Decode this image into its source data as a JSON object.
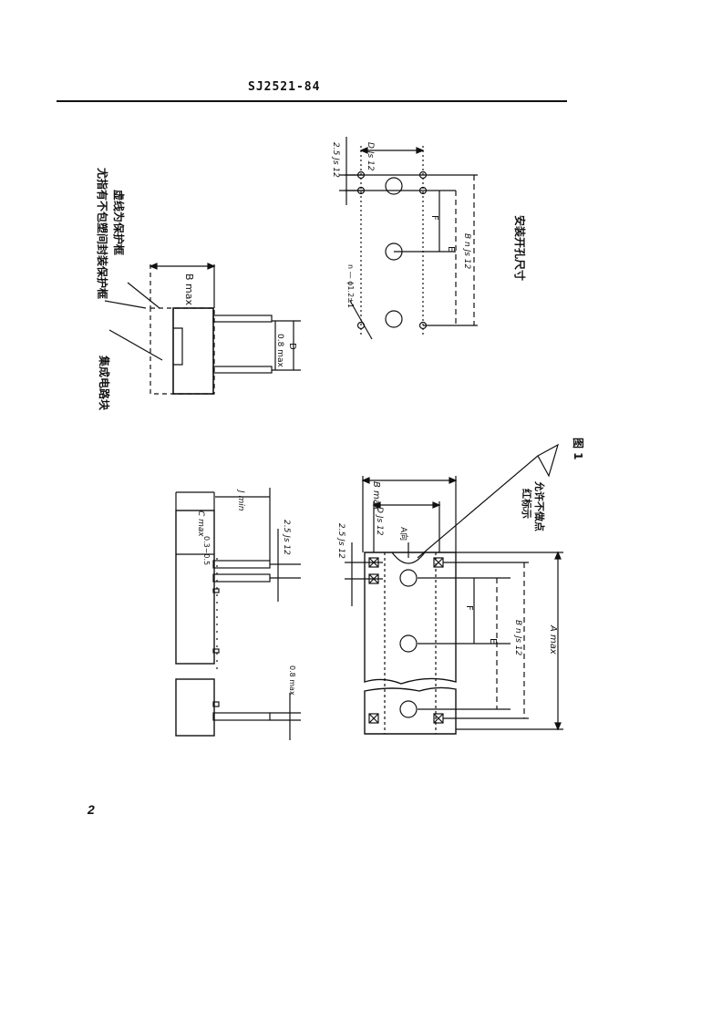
{
  "header": {
    "doc_number": "SJ2521-84"
  },
  "page_number": "2",
  "figure": {
    "caption": "图 1",
    "labels": {
      "ic_block": "集成电路块",
      "frame_note_1": "尤指有不包塑间封装保护框",
      "frame_note_2": "虚线为保护框",
      "mount_hole_title": "安装开孔尺寸",
      "marker_note_1": "红标示",
      "marker_note_2": "允许不做点",
      "b_max_top": "B max",
      "o8_max_top": "0.8 max",
      "d_top": "D",
      "js12_25": "2.5 Js 12",
      "d_js12": "D Js 12",
      "f": "F",
      "e": "E",
      "bn_js12": "B n Js 12",
      "hole_dia": "n — ɸ1.2±1",
      "c_max": "C max",
      "o3_o5": "0.3~0.5",
      "j_min": "J min",
      "o8_max_bottom": "0.8 max",
      "b_max_bottom": "B max",
      "a_view": "A向",
      "a_max": "A max"
    }
  }
}
